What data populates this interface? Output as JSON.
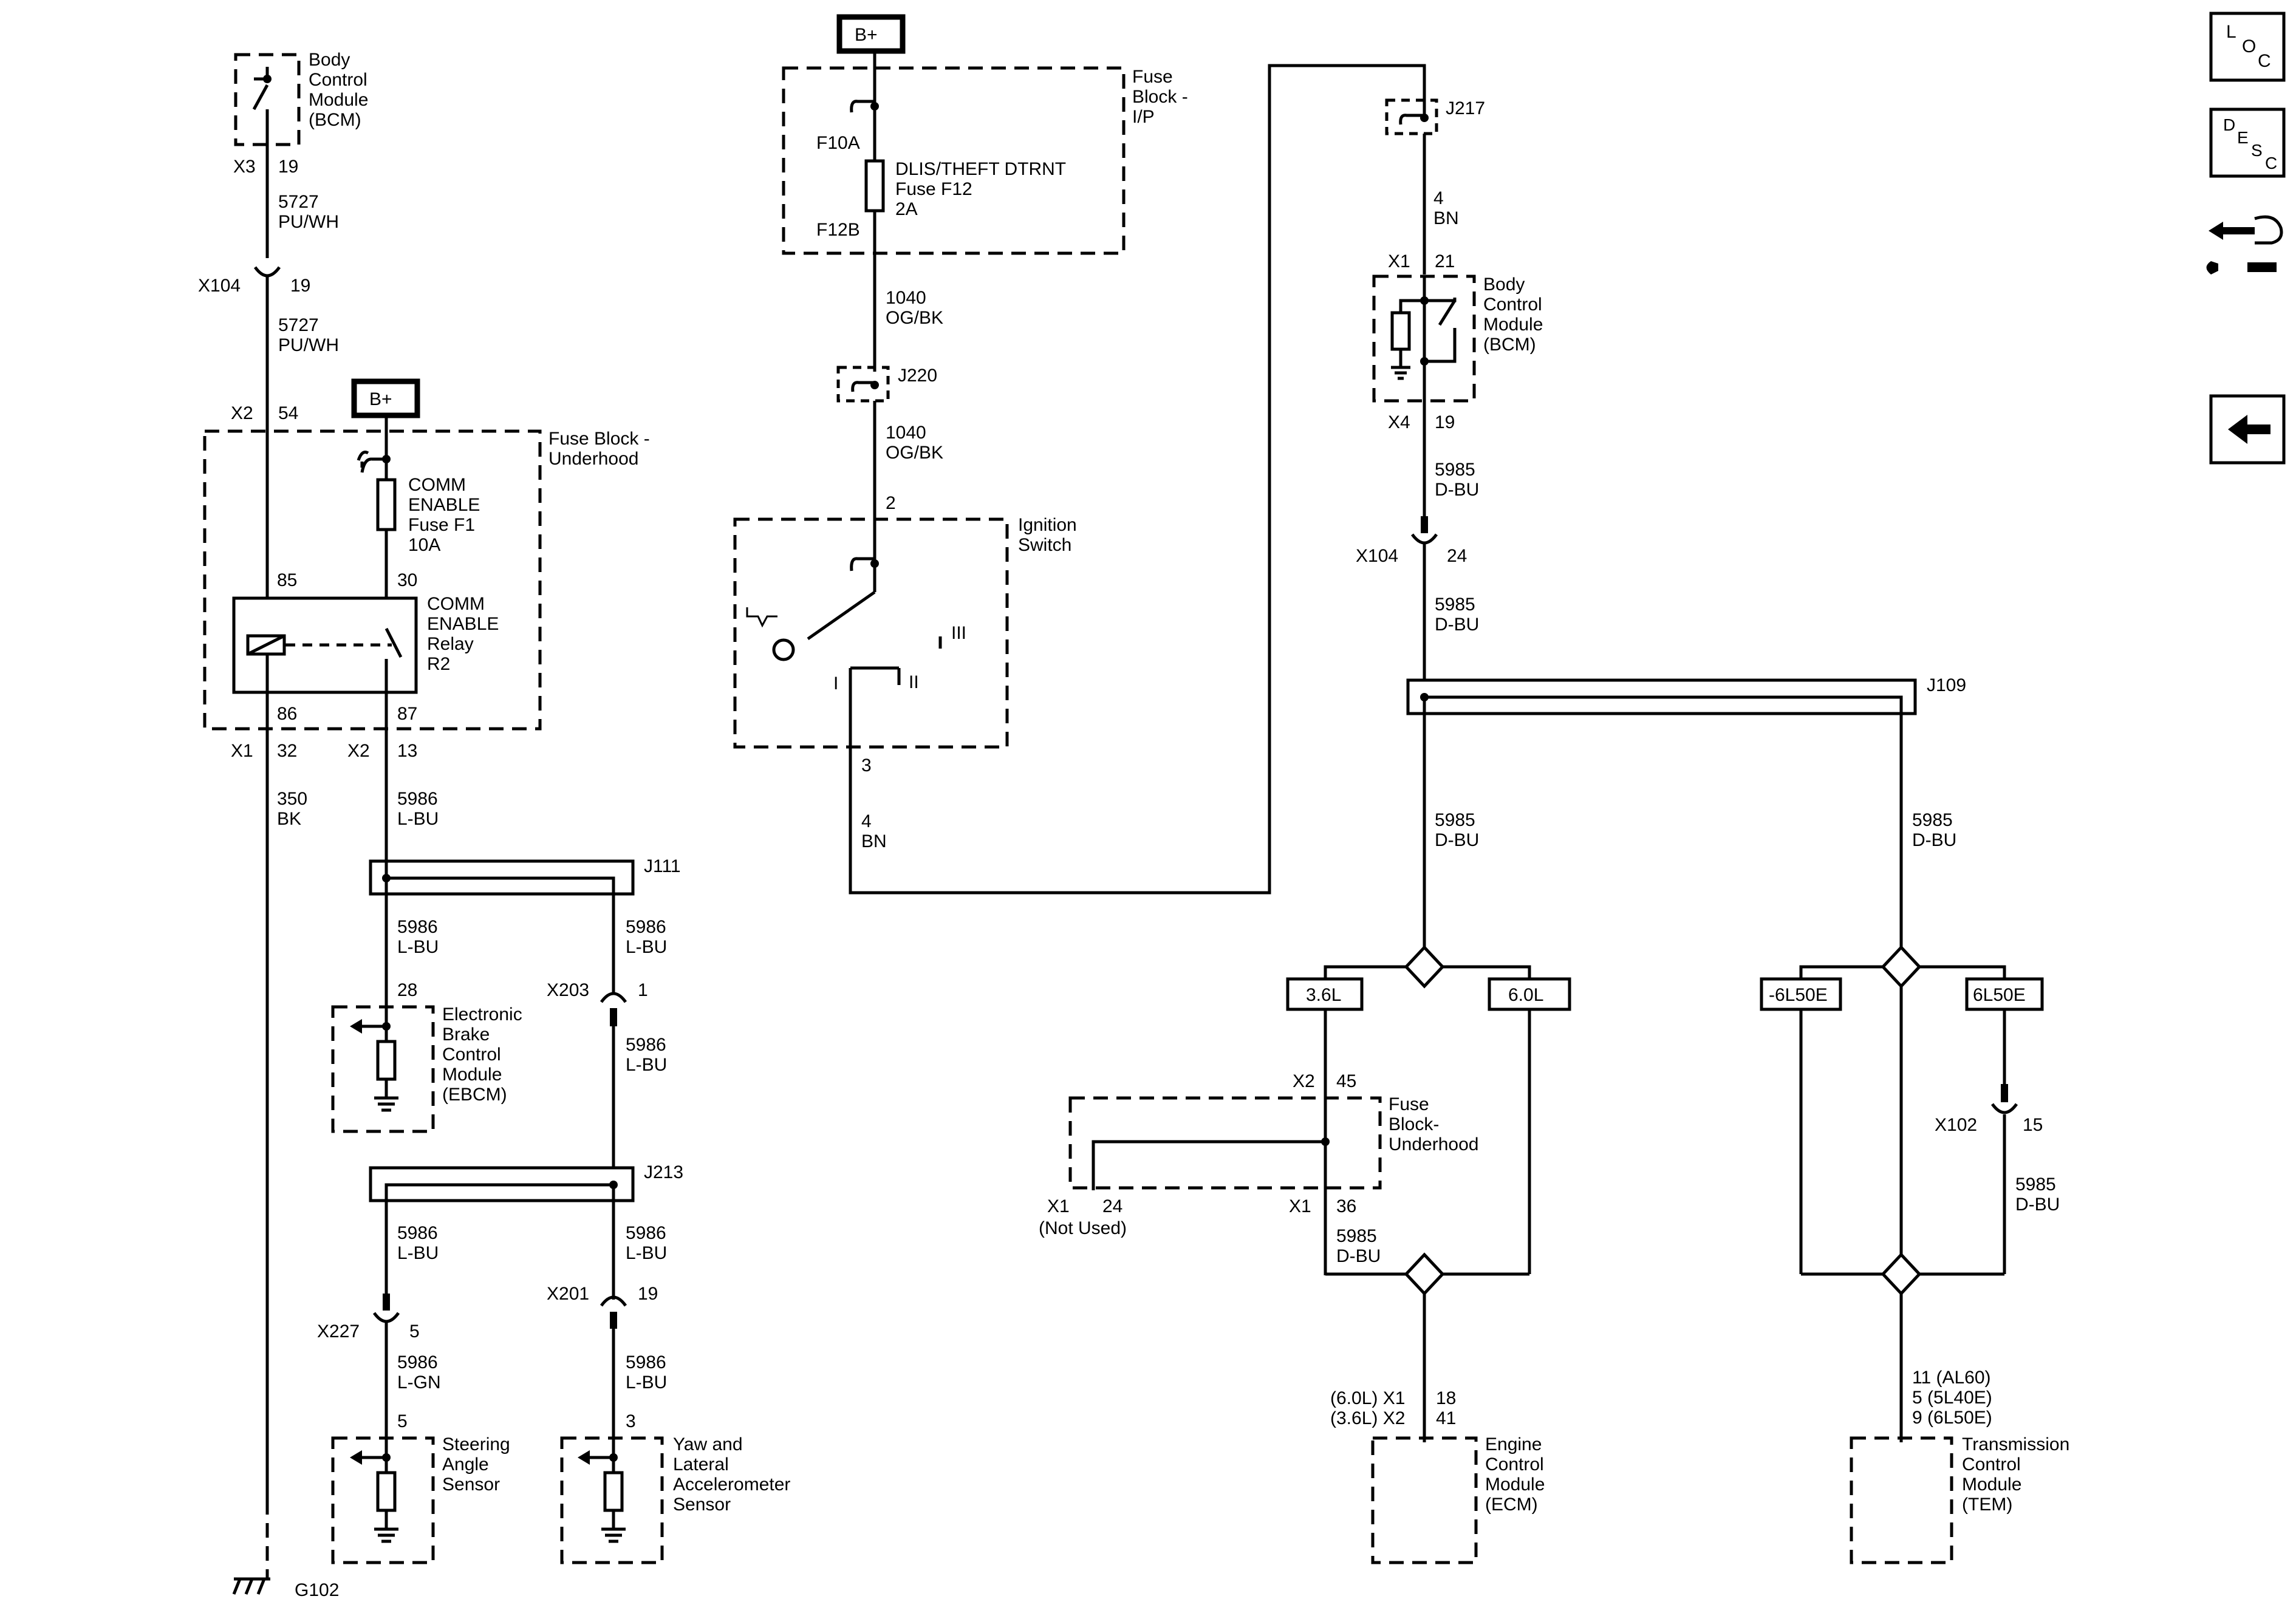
{
  "labels": {
    "bcm_top": [
      "Body",
      "Control",
      "Module",
      "(BCM)"
    ],
    "bcm_top_x": "X3",
    "bcm_top_pin": "19",
    "w5727a": [
      "5727",
      "PU/WH"
    ],
    "x104a_conn": "X104",
    "x104a_pin": "19",
    "w5727b": [
      "5727",
      "PU/WH"
    ],
    "x2_conn": "X2",
    "x2_pin54": "54",
    "bplus": "B+",
    "fbu_title": [
      "Fuse Block -",
      "Underhood"
    ],
    "fuse_f1": [
      "COMM",
      "ENABLE",
      "Fuse F1",
      "10A"
    ],
    "relay_pin85": "85",
    "relay_pin30": "30",
    "relay_r2": [
      "COMM",
      "ENABLE",
      "Relay",
      "R2"
    ],
    "relay_pin86": "86",
    "relay_pin87": "87",
    "x1_conn": "X1",
    "x1_pin32": "32",
    "x2b_conn": "X2",
    "x2b_pin13": "13",
    "w350": [
      "350",
      "BK"
    ],
    "w5986a": [
      "5986",
      "L-BU"
    ],
    "j111": "J111",
    "w5986b": [
      "5986",
      "L-BU"
    ],
    "w5986c": [
      "5986",
      "L-BU"
    ],
    "ebcm_pin": "28",
    "ebcm": [
      "Electronic",
      "Brake",
      "Control",
      "Module",
      "(EBCM)"
    ],
    "x203_conn": "X203",
    "x203_pin": "1",
    "w5986d": [
      "5986",
      "L-BU"
    ],
    "j213": "J213",
    "w5986e": [
      "5986",
      "L-BU"
    ],
    "w5986f": [
      "5986",
      "L-BU"
    ],
    "x227_conn": "X227",
    "x227_pin": "5",
    "x201_conn": "X201",
    "x201_pin": "19",
    "w5986g": [
      "5986",
      "L-GN"
    ],
    "w5986h": [
      "5986",
      "L-BU"
    ],
    "sas_pin": "5",
    "yaw_pin": "3",
    "sas": [
      "Steering",
      "Angle",
      "Sensor"
    ],
    "yaw": [
      "Yaw and",
      "Lateral",
      "Accelerometer",
      "Sensor"
    ],
    "g102": "G102",
    "fbip_title": [
      "Fuse",
      "Block -",
      "I/P"
    ],
    "f10a": "F10A",
    "f12b": "F12B",
    "fuse_f12": [
      "DLIS/THEFT DTRNT",
      "Fuse F12",
      "2A"
    ],
    "w1040a": [
      "1040",
      "OG/BK"
    ],
    "j220": "J220",
    "w1040b": [
      "1040",
      "OG/BK"
    ],
    "ign_pin2": "2",
    "ign_title": [
      "Ignition",
      "Switch"
    ],
    "ign_pos": [
      "I",
      "II",
      "III"
    ],
    "ign_pin3": "3",
    "w4bn_a": [
      "4",
      "BN"
    ],
    "j217": "J217",
    "w4bn_b": [
      "4",
      "BN"
    ],
    "bcm2_x1": "X1",
    "bcm2_pin21": "21",
    "bcm2": [
      "Body",
      "Control",
      "Module",
      "(BCM)"
    ],
    "bcm2_x4": "X4",
    "bcm2_pin19": "19",
    "w5985a": [
      "5985",
      "D-BU"
    ],
    "x104b_conn": "X104",
    "x104b_pin": "24",
    "w5985b": [
      "5985",
      "D-BU"
    ],
    "j109": "J109",
    "w5985c": [
      "5985",
      "D-BU"
    ],
    "w5985d": [
      "5985",
      "D-BU"
    ],
    "opt_36": "3.6L",
    "opt_60": "6.0L",
    "opt_n6l50": "-6L50E",
    "opt_6l50": "6L50E",
    "fbu2_x2": "X2",
    "fbu2_pin45": "45",
    "fbu2": [
      "Fuse",
      "Block-",
      "Underhood"
    ],
    "fbu2_x1a": "X1",
    "fbu2_pin24": "24",
    "not_used": "(Not Used)",
    "fbu2_x1b": "X1",
    "fbu2_pin36": "36",
    "w5985e": [
      "5985",
      "D-BU"
    ],
    "x102_conn": "X102",
    "x102_pin": "15",
    "w5985f": [
      "5985",
      "D-BU"
    ],
    "ecm_conn": [
      "(6.0L) X1",
      "(3.6L) X2"
    ],
    "ecm_pins": [
      "18",
      "41"
    ],
    "ecm": [
      "Engine",
      "Control",
      "Module",
      "(ECM)"
    ],
    "tcm_pins": [
      "11 (AL60)",
      "5 (5L40E)",
      "9 (6L50E)"
    ],
    "tcm": [
      "Transmission",
      "Control",
      "Module",
      "(TEM)"
    ]
  },
  "nav": {
    "loc": [
      "L",
      "O",
      "C"
    ],
    "desc": [
      "D",
      "E",
      "S",
      "C"
    ],
    "connector_icon": "connector-end-view-icon",
    "back_icon": "back-arrow-icon"
  }
}
